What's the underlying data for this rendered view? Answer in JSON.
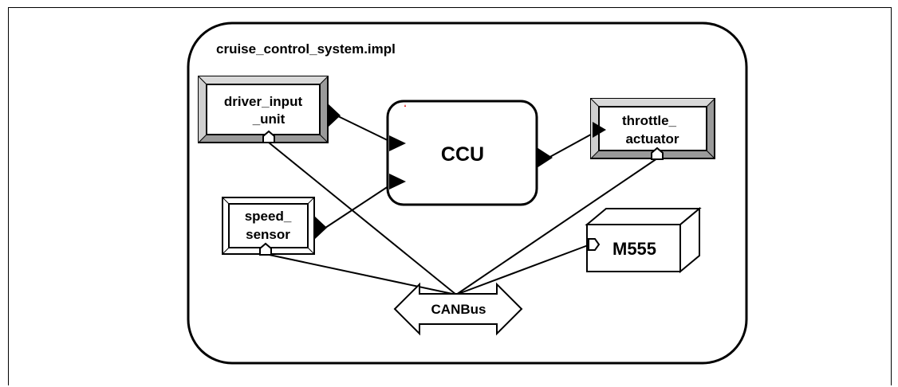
{
  "system": {
    "title": "cruise_control_system.impl"
  },
  "components": {
    "driver_input_unit": {
      "line1": "driver_input",
      "line2": "_unit"
    },
    "speed_sensor": {
      "line1": "speed_",
      "line2": "sensor"
    },
    "ccu": {
      "label": "CCU"
    },
    "throttle_actuator": {
      "line1": "throttle_",
      "line2": "actuator"
    },
    "m555": {
      "label": "M555"
    },
    "canbus": {
      "label": "CANBus"
    }
  }
}
